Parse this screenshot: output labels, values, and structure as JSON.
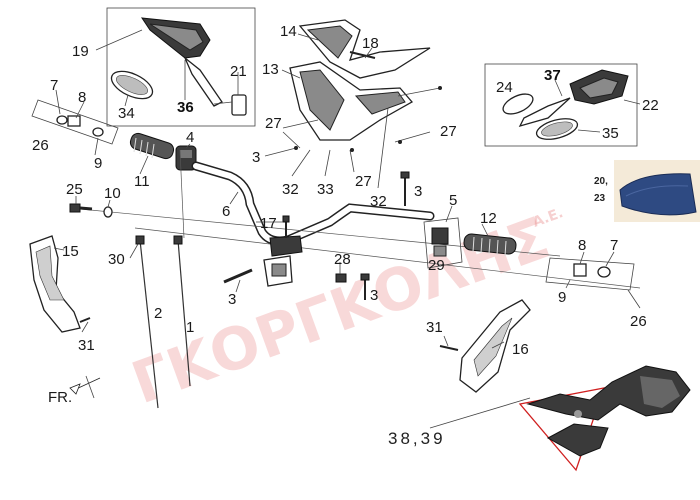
{
  "watermark": {
    "main": "ΓΚΟΡΓΚΟΛΗΣ",
    "suffix": "Α.Ε."
  },
  "direction_label": "FR.",
  "part_code_label": "38,39",
  "inset_label_line1": "20,",
  "inset_label_line2": "23",
  "part_numbers": {
    "p19": "19",
    "p36": "36",
    "p34": "34",
    "p21": "21",
    "p14": "14",
    "p18": "18",
    "p13": "13",
    "p27a": "27",
    "p27b": "27",
    "p27c": "27",
    "p3a": "3",
    "p32a": "32",
    "p33": "33",
    "p32b": "32",
    "p37": "37",
    "p24": "24",
    "p22": "22",
    "p35": "35",
    "p7a": "7",
    "p8a": "8",
    "p26a": "26",
    "p9a": "9",
    "p4": "4",
    "p11": "11",
    "p6": "6",
    "p25": "25",
    "p10": "10",
    "p3b": "3",
    "p5": "5",
    "p12": "12",
    "p17": "17",
    "p15": "15",
    "p30": "30",
    "p29": "29",
    "p8b": "8",
    "p7b": "7",
    "p28": "28",
    "p3c": "3",
    "p3d": "3",
    "p9b": "9",
    "p26b": "26",
    "p2": "2",
    "p1": "1",
    "p31a": "31",
    "p31b": "31",
    "p16": "16"
  },
  "colors": {
    "inset_box_border": "#d02020",
    "seat_blue": "#2e4a82",
    "watermark": "#e67878"
  }
}
